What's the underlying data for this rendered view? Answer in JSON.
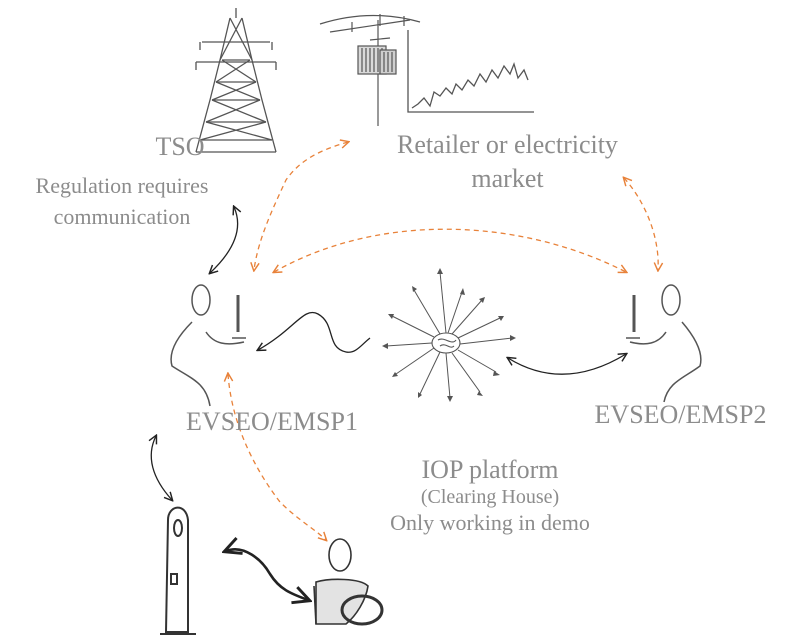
{
  "diagram": {
    "tso": {
      "title": "TSO",
      "note_lines": [
        "Regulation requires",
        "communication"
      ]
    },
    "retailer": {
      "lines": [
        "Retailer or electricity",
        "market"
      ]
    },
    "evseo_emsp1": {
      "label": "EVSEO/EMSP1"
    },
    "evseo_emsp2": {
      "label": "EVSEO/EMSP2"
    },
    "iop_platform": {
      "title": "IOP platform",
      "subtitle": "(Clearing House)",
      "note": "Only working in demo"
    },
    "icons": [
      "power-pylon-icon",
      "utility-pole-transformer-icon",
      "price-chart-icon",
      "operator-at-computer-icon",
      "hub-network-icon",
      "ev-charging-station-icon",
      "driver-with-card-icon"
    ],
    "colors": {
      "label_text": "#8c8c8c",
      "sketch_lines": "#555555",
      "dashed_link": "#e8823a",
      "solid_link": "#222222"
    }
  }
}
